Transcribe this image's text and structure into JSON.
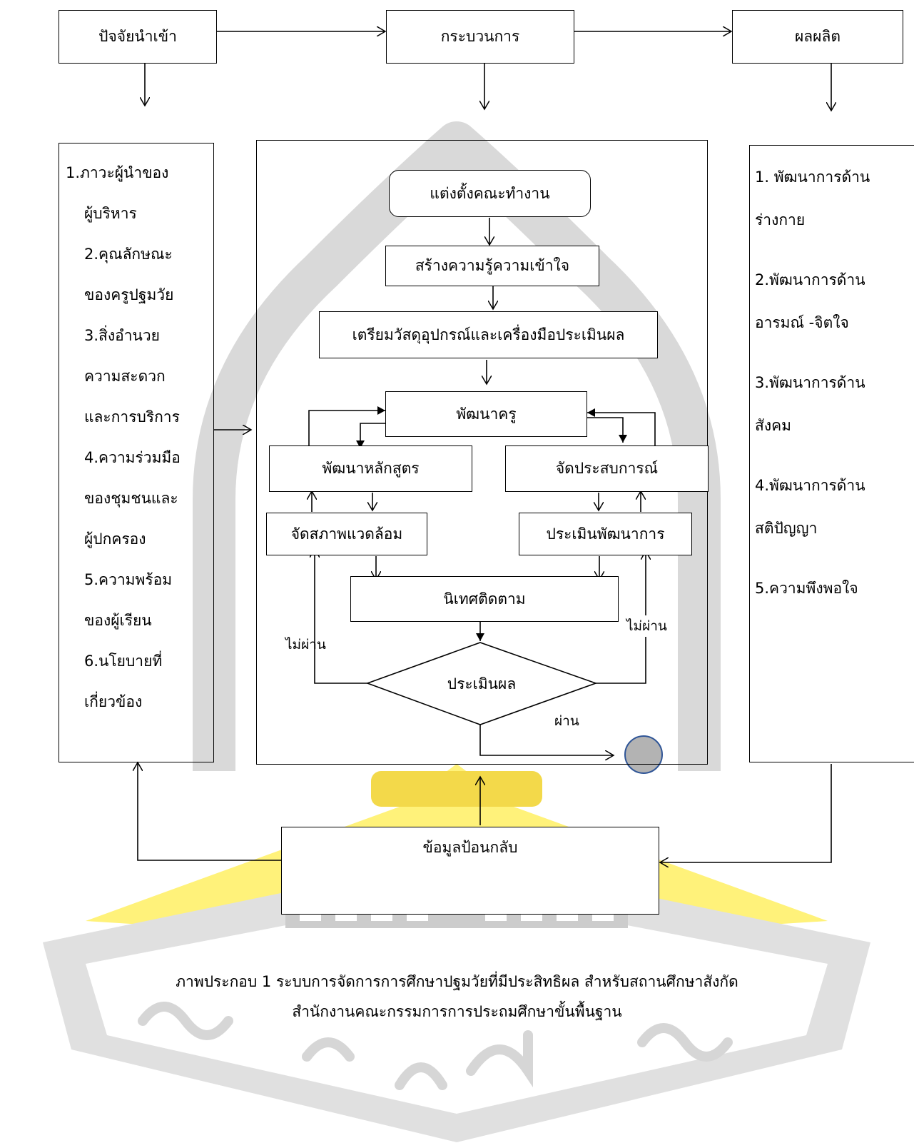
{
  "headers": {
    "input": "ปัจจัยนำเข้า",
    "process": "กระบวนการ",
    "output": "ผลผลิต"
  },
  "inputs": {
    "lines": [
      "1.ภาวะผู้นำของ",
      "ผู้บริหาร",
      "2.คุณลักษณะ",
      "ของครูปฐมวัย",
      "3.สิ่งอำนวย",
      "ความสะดวก",
      "และการบริการ",
      "4.ความร่วมมือ",
      "ของชุมชนและ",
      "ผู้ปกครอง",
      "5.ความพร้อม",
      "ของผู้เรียน",
      "6.นโยบายที่",
      "เกี่ยวข้อง"
    ]
  },
  "outputs": {
    "lines": [
      "1. พัฒนาการด้าน",
      "ร่างกาย",
      "2.พัฒนาการด้าน",
      "อารมณ์ -จิตใจ",
      "3.พัฒนาการด้าน",
      "สังคม",
      "4.พัฒนาการด้าน",
      "สติปัญญา",
      "5.ความพึงพอใจ"
    ]
  },
  "process": {
    "appoint": "แต่งตั้งคณะทำงาน",
    "build_knowledge": "สร้างความรู้ความเข้าใจ",
    "prepare": "เตรียมวัสดุอุปกรณ์และเครื่องมือประเมินผล",
    "develop_teacher": "พัฒนาครู",
    "develop_curriculum": "พัฒนาหลักสูตร",
    "organize_experience": "จัดประสบการณ์",
    "organize_environment": "จัดสภาพแวดล้อม",
    "assess_development": "ประเมินพัฒนาการ",
    "supervision": "นิเทศติดตาม",
    "evaluation": "ประเมินผล",
    "fail_left": "ไม่ผ่าน",
    "fail_right": "ไม่ผ่าน",
    "pass": "ผ่าน"
  },
  "feedback": "ข้อมูลป้อนกลับ",
  "caption": {
    "line1": "ภาพประกอบ 1 ระบบการจัดการการศึกษาปฐมวัยที่มีประสิทธิผล สำหรับสถานศึกษาสังกัด",
    "line2": "สำนักงานคณะกรรมการการประถมศึกษาขั้นพื้นฐาน"
  },
  "colors": {
    "end_node_fill": "#b3b3b3",
    "end_node_stroke": "#2f5597",
    "watermark_gray": "#d9d9d9",
    "watermark_yellow": "#fff27a"
  }
}
